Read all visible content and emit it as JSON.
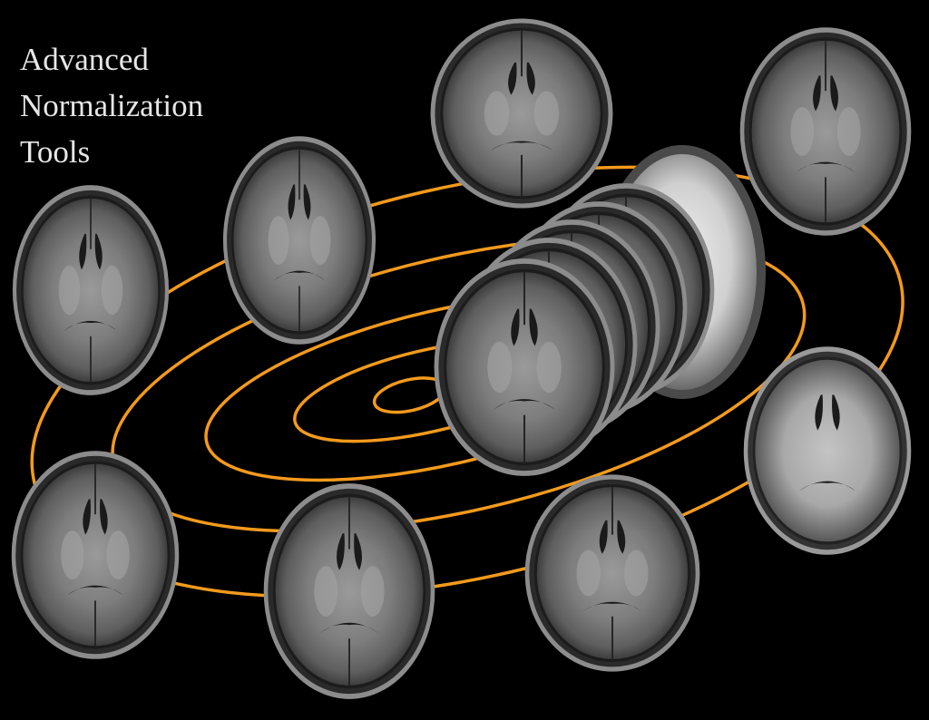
{
  "title": {
    "line1": "Advanced",
    "line2": "Normalization",
    "line3": "Tools"
  },
  "colors": {
    "background": "#000000",
    "orbit": "#f39a1c",
    "text": "#e6e6e6"
  }
}
